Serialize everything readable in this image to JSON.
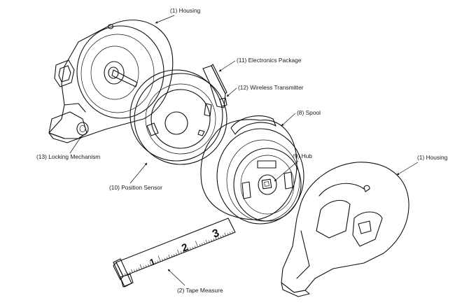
{
  "labels": {
    "housing_top": "(1) Housing",
    "electronics": "(11) Electronics Package",
    "wireless": "(12) Wireless Transmitter",
    "spool": "(8) Spool",
    "hub": "(9) Hub",
    "housing_right": "(1) Housing",
    "locking": "(13) Locking Mechanism",
    "position_sensor": "(10) Position Sensor",
    "tape": "(2) Tape Measure"
  },
  "tape_numbers": [
    "1",
    "2",
    "3"
  ]
}
